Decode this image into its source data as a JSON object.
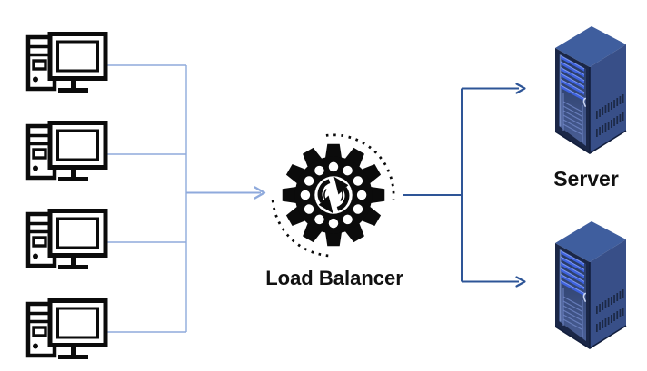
{
  "diagram": {
    "type": "architecture-diagram",
    "labels": {
      "load_balancer": "Load Balancer",
      "server": "Server"
    },
    "nodes": {
      "clients": [
        {
          "icon": "client-computer-icon"
        },
        {
          "icon": "client-computer-icon"
        },
        {
          "icon": "client-computer-icon"
        },
        {
          "icon": "client-computer-icon"
        }
      ],
      "load_balancer": {
        "label": "Load Balancer",
        "icon": "gear-sync-icon"
      },
      "servers": [
        {
          "label": "Server",
          "icon": "server-rack-icon"
        },
        {
          "label": "",
          "icon": "server-rack-icon"
        }
      ]
    },
    "connections": {
      "clients_to_balancer": "bus-with-arrow",
      "balancer_to_servers": "split-with-arrows"
    },
    "colors": {
      "client_connector": "#8FAADC",
      "server_connector": "#2E5597",
      "icon_line": "#0b0b0b",
      "label_text": "#111111",
      "server_top_face": "#3F5E9E",
      "server_right_face": "#384F88",
      "server_front_frame": "#1B2747",
      "server_edge": "#131F3D",
      "server_glass_top": "#24365F",
      "server_glass_bottom": "#4A5F96",
      "server_glass_hi": "#93A9E4",
      "server_rack_bar": "#3E62DE",
      "server_rack_highlight": "#7C97F0",
      "server_grid": "#6F85C4",
      "server_vent": "#1C2845",
      "server_handle": "#C8D4F2"
    }
  }
}
